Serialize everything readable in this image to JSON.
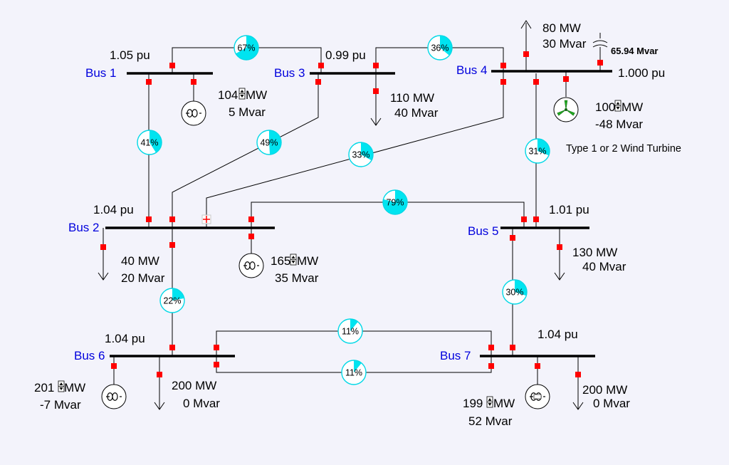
{
  "buses": {
    "bus1": {
      "name": "Bus 1",
      "voltage": "1.05 pu"
    },
    "bus2": {
      "name": "Bus 2",
      "voltage": "1.04 pu"
    },
    "bus3": {
      "name": "Bus 3",
      "voltage": "0.99 pu"
    },
    "bus4": {
      "name": "Bus 4",
      "voltage": "1.000 pu"
    },
    "bus5": {
      "name": "Bus 5",
      "voltage": "1.01 pu"
    },
    "bus6": {
      "name": "Bus 6",
      "voltage": "1.04 pu"
    },
    "bus7": {
      "name": "Bus 7",
      "voltage": "1.04 pu"
    }
  },
  "generators": {
    "g1": {
      "mw": "104",
      "mw_unit": "MW",
      "mvar": "5 Mvar"
    },
    "g2": {
      "mw": "165",
      "mw_unit": "MW",
      "mvar": "35 Mvar"
    },
    "g4": {
      "mw": "100",
      "mw_unit": "MW",
      "mvar": "-48 Mvar",
      "type_label": "Type 1 or 2 Wind Turbine"
    },
    "g6": {
      "mw": "201",
      "mw_unit": "MW",
      "mvar": "-7 Mvar"
    },
    "g7": {
      "mw": "199",
      "mw_unit": "MW",
      "mvar": "52 Mvar"
    }
  },
  "loads": {
    "l2": {
      "mw": "40 MW",
      "mvar": "20 Mvar"
    },
    "l3": {
      "mw": "110 MW",
      "mvar": "40 Mvar"
    },
    "l4": {
      "mw": "80 MW",
      "mvar": "30 Mvar"
    },
    "l5": {
      "mw": "130 MW",
      "mvar": "40 Mvar"
    },
    "l6": {
      "mw": "200 MW",
      "mvar": "0 Mvar"
    },
    "l7": {
      "mw": "200 MW",
      "mvar": "0 Mvar"
    }
  },
  "shunt": {
    "bus4": {
      "mvar": "65.94 Mvar"
    }
  },
  "lines": {
    "l1_3": {
      "label": "67%",
      "loading": 67
    },
    "l3_4": {
      "label": "36%",
      "loading": 36
    },
    "l1_2": {
      "label": "41%",
      "loading": 41
    },
    "l3_2": {
      "label": "49%",
      "loading": 49
    },
    "l4_2": {
      "label": "33%",
      "loading": 33
    },
    "l4_5": {
      "label": "31%",
      "loading": 31
    },
    "l2_5": {
      "label": "79%",
      "loading": 79
    },
    "l2_6": {
      "label": "22%",
      "loading": 22
    },
    "l5_7": {
      "label": "30%",
      "loading": 30
    },
    "l6_7a": {
      "label": "11%",
      "loading": 11
    },
    "l6_7b": {
      "label": "11%",
      "loading": 11
    }
  },
  "colors": {
    "bus_label": "#0000dd",
    "breaker": "#ff0000",
    "flow_pie": "#00e4f0",
    "background": "#f3f3fb"
  }
}
